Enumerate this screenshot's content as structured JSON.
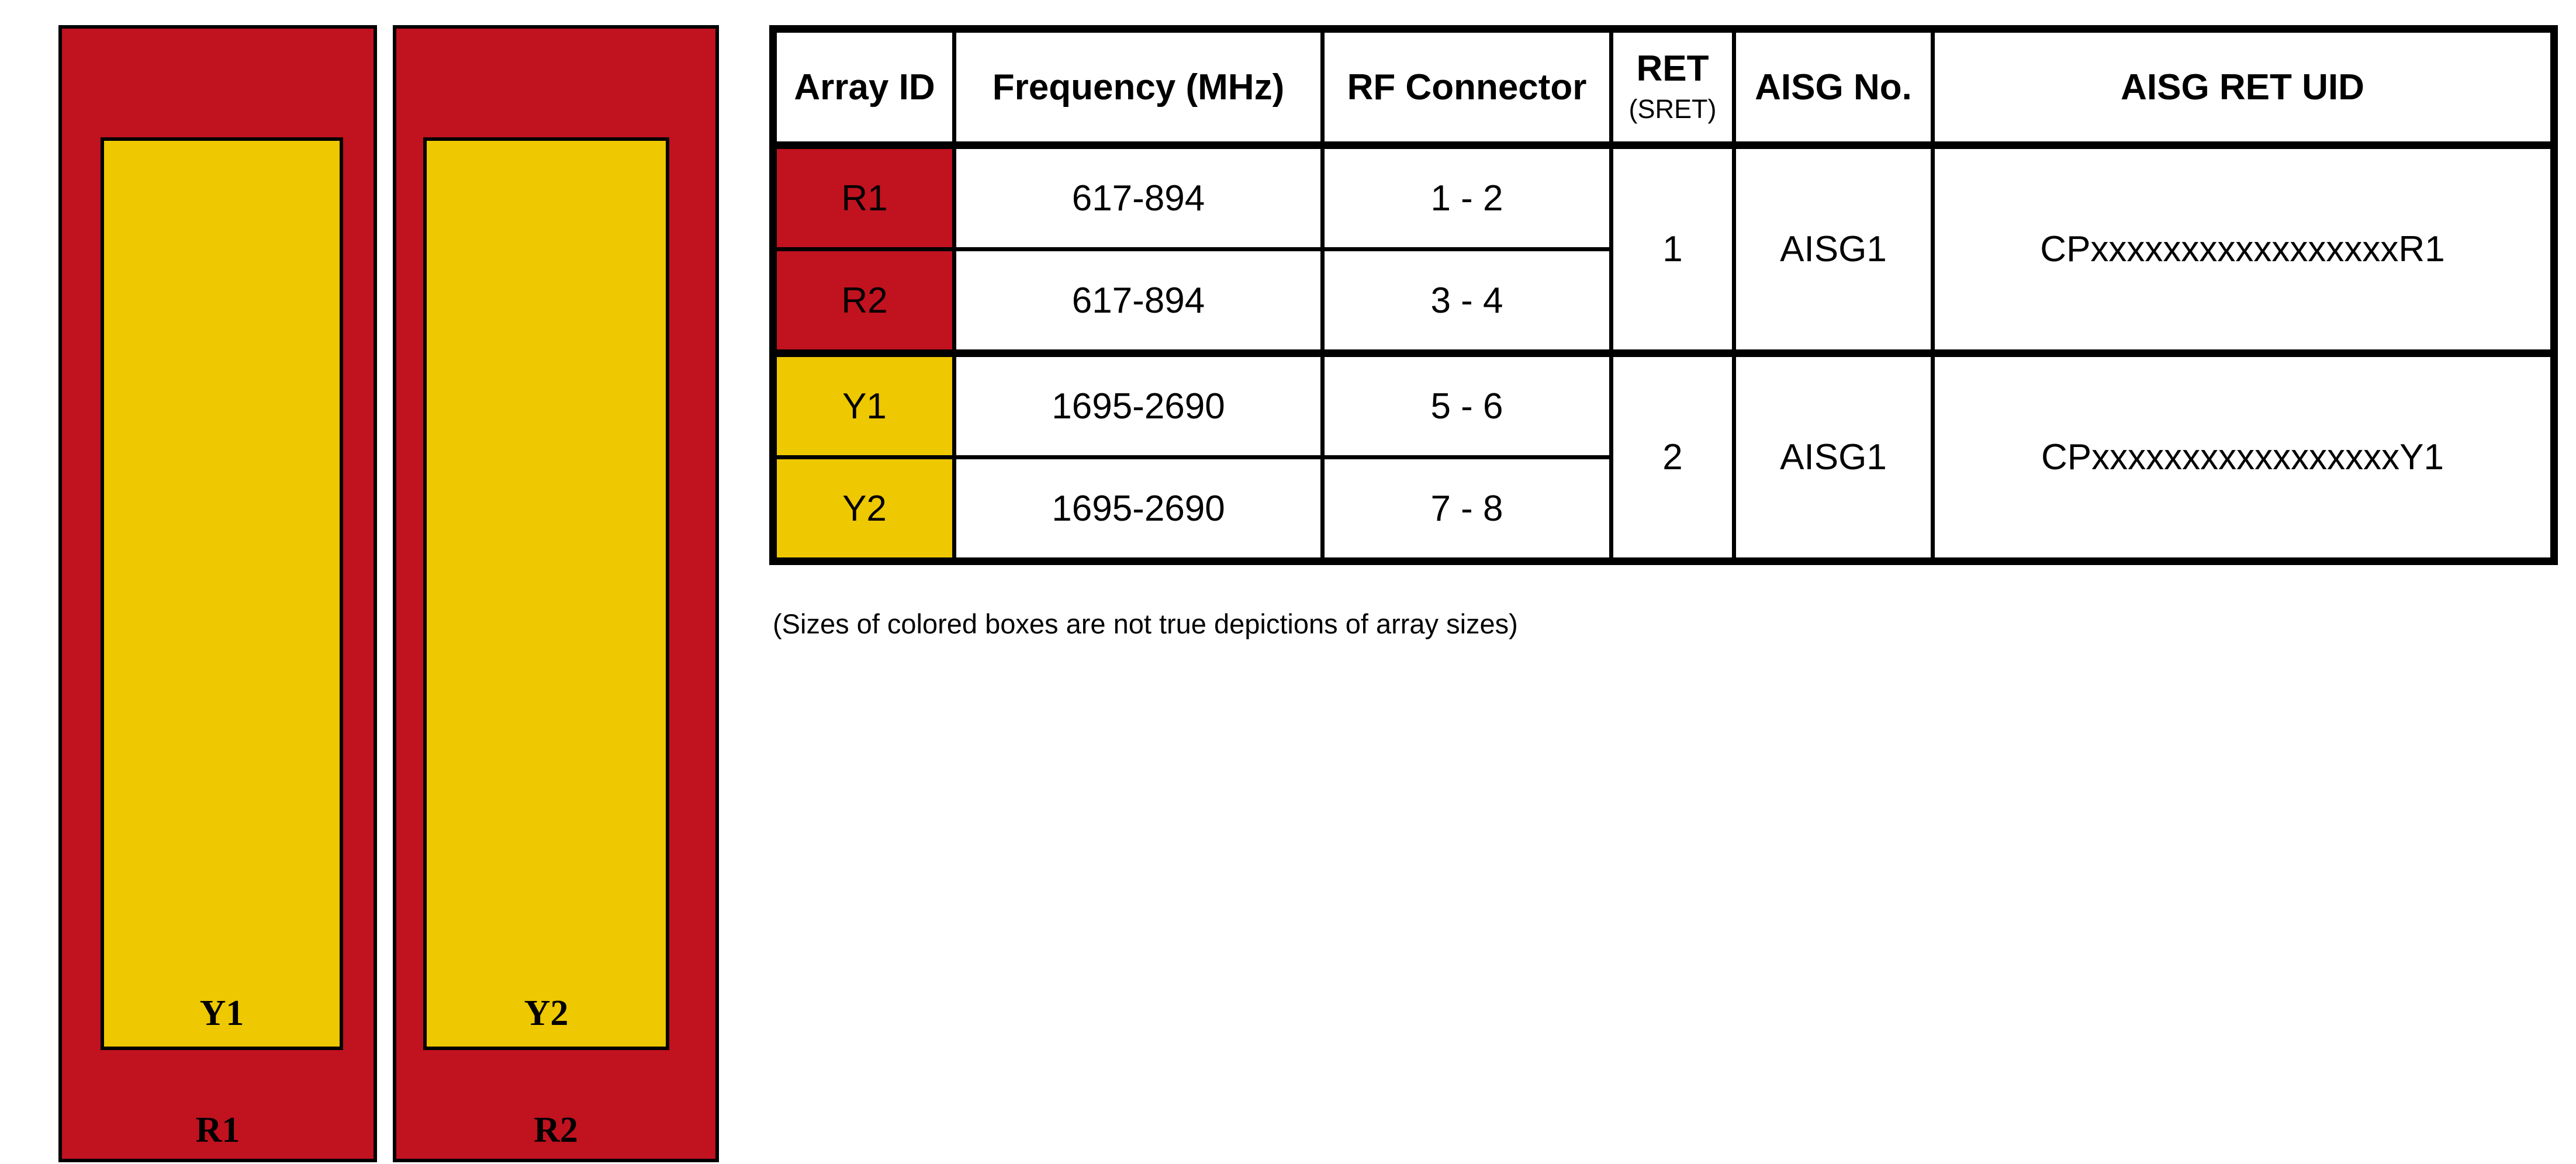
{
  "colors": {
    "red": "#c1121f",
    "yellow": "#eec800",
    "border": "#000000",
    "background": "#ffffff",
    "text": "#000000"
  },
  "diagram": {
    "panels": [
      {
        "outer_label": "R1",
        "inner_label": "Y1"
      },
      {
        "outer_label": "R2",
        "inner_label": "Y2"
      }
    ]
  },
  "table": {
    "headers": {
      "array_id": "Array ID",
      "frequency": "Frequency (MHz)",
      "rf_connector": "RF Connector",
      "ret_main": "RET",
      "ret_sub": "(SRET)",
      "aisg_no": "AISG No.",
      "aisg_ret_uid": "AISG RET UID"
    },
    "rows": [
      {
        "array_id": "R1",
        "frequency": "617-894",
        "rf_connector": "1 - 2",
        "color": "red"
      },
      {
        "array_id": "R2",
        "frequency": "617-894",
        "rf_connector": "3 - 4",
        "color": "red"
      },
      {
        "array_id": "Y1",
        "frequency": "1695-2690",
        "rf_connector": "5 - 6",
        "color": "yellow"
      },
      {
        "array_id": "Y2",
        "frequency": "1695-2690",
        "rf_connector": "7 - 8",
        "color": "yellow"
      }
    ],
    "groups": [
      {
        "ret": "1",
        "aisg_no": "AISG1",
        "aisg_ret_uid": "CPxxxxxxxxxxxxxxxxxR1"
      },
      {
        "ret": "2",
        "aisg_no": "AISG1",
        "aisg_ret_uid": "CPxxxxxxxxxxxxxxxxxY1"
      }
    ]
  },
  "footnote": "(Sizes of colored boxes are not true depictions of array sizes)"
}
